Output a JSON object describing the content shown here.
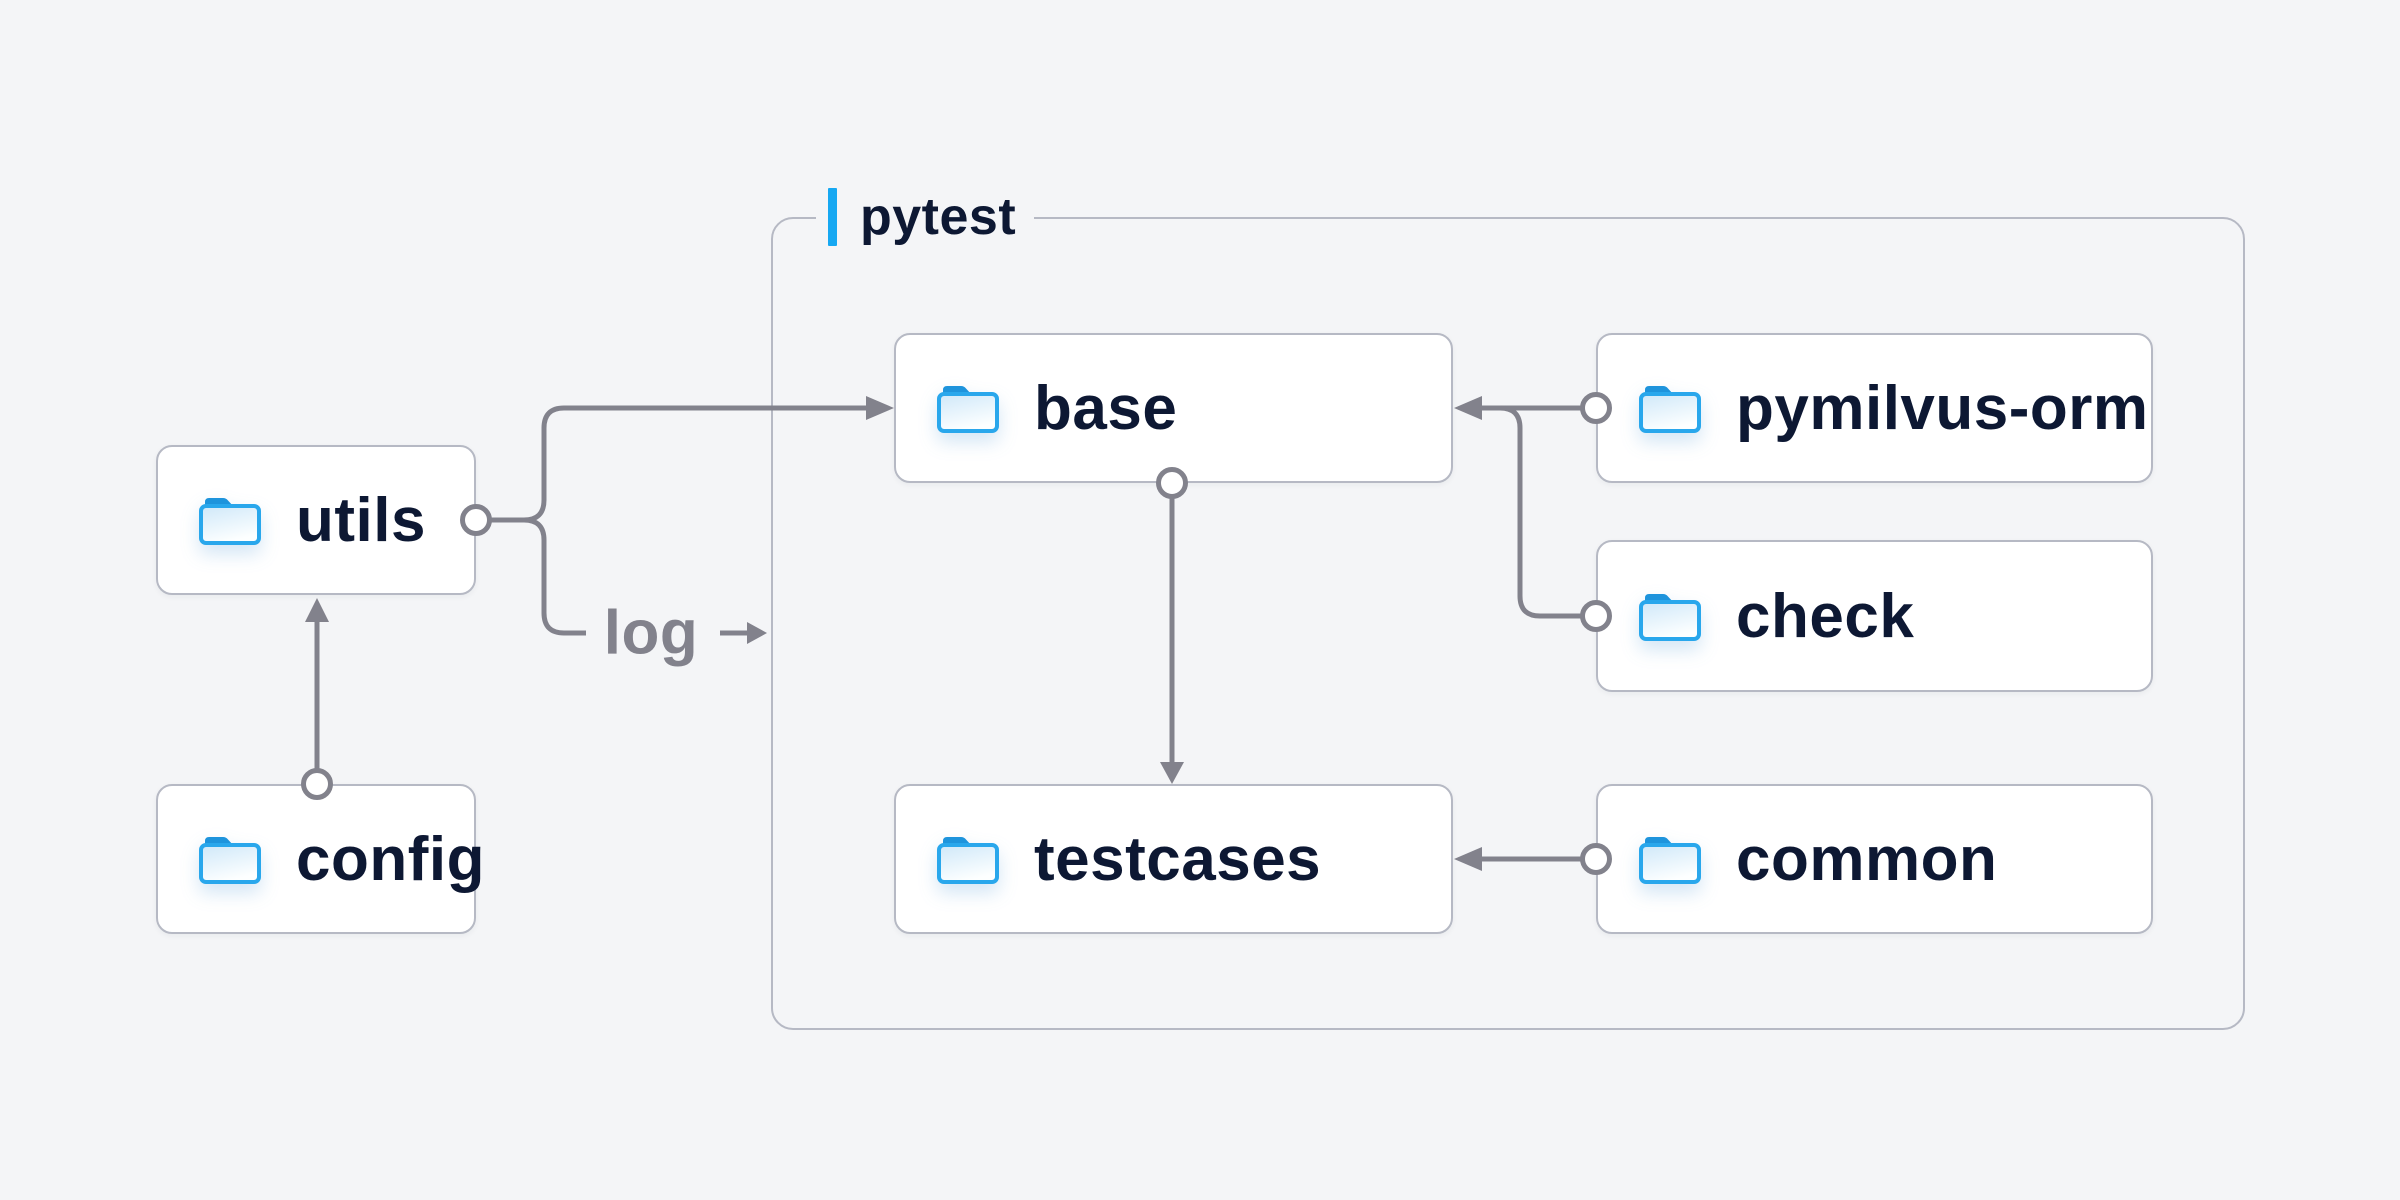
{
  "diagram": {
    "group": {
      "label": "pytest"
    },
    "edge_label": "log",
    "nodes": [
      {
        "id": "utils",
        "label": "utils"
      },
      {
        "id": "config",
        "label": "config"
      },
      {
        "id": "base",
        "label": "base"
      },
      {
        "id": "testcases",
        "label": "testcases"
      },
      {
        "id": "pymilvus-orm",
        "label": "pymilvus-orm"
      },
      {
        "id": "check",
        "label": "check"
      },
      {
        "id": "common",
        "label": "common"
      }
    ],
    "edges": [
      {
        "from": "utils",
        "to": "base",
        "label": ""
      },
      {
        "from": "utils",
        "to": "log",
        "label": "log"
      },
      {
        "from": "config",
        "to": "utils",
        "label": ""
      },
      {
        "from": "base",
        "to": "testcases",
        "label": ""
      },
      {
        "from": "pymilvus-orm",
        "to": "base",
        "label": ""
      },
      {
        "from": "check",
        "to": "base",
        "label": ""
      },
      {
        "from": "common",
        "to": "testcases",
        "label": ""
      }
    ],
    "icons": {
      "node_icon": "folder-icon"
    },
    "colors": {
      "background": "#f4f5f7",
      "node_fill": "#ffffff",
      "node_border": "#b6b9c4",
      "line": "#82828c",
      "accent": "#16a8f2",
      "text": "#0d1833",
      "folder_stroke": "#29a7ec",
      "folder_tab": "#1e94dc"
    }
  }
}
